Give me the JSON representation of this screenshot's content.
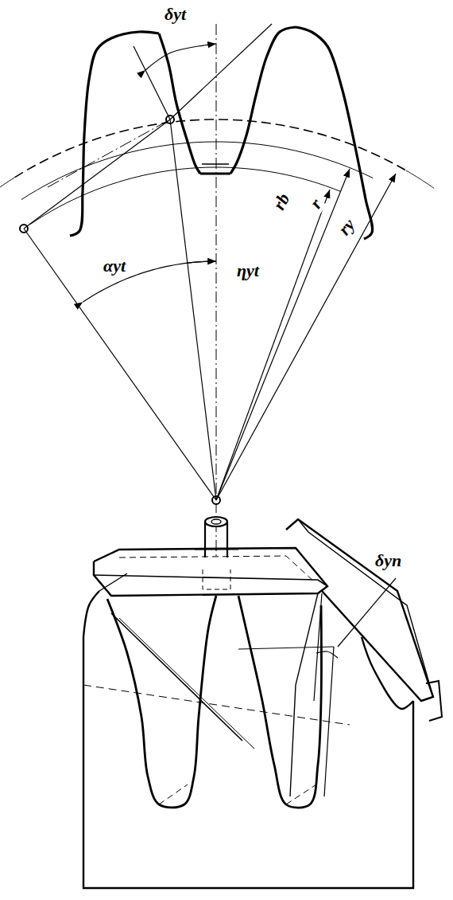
{
  "diagram": {
    "labels": [
      "δyt",
      "αyt",
      "ηyt",
      "rb",
      "r",
      "ry",
      "δyn"
    ]
  }
}
